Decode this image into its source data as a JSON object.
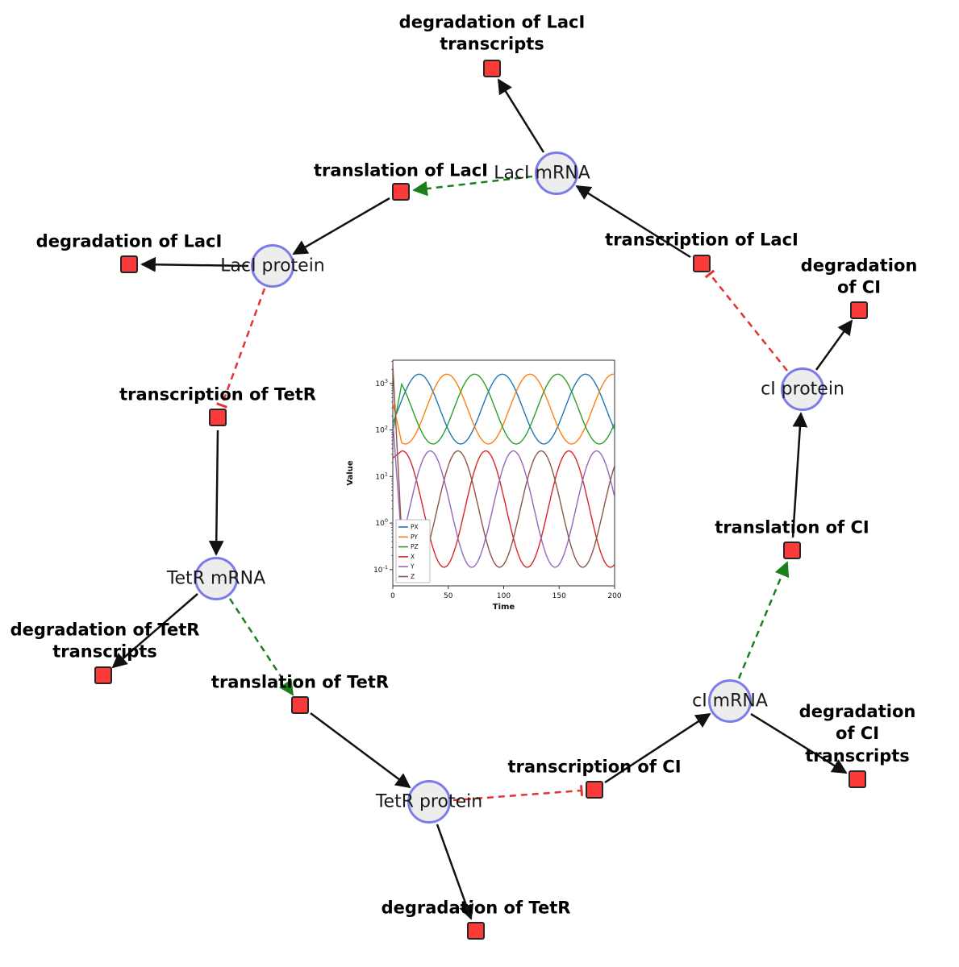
{
  "nodes": {
    "laci_mrna": {
      "label": "LacI mRNA"
    },
    "laci_protein": {
      "label": "LacI protein"
    },
    "tetr_mrna": {
      "label": "TetR mRNA"
    },
    "tetr_protein": {
      "label": "TetR protein"
    },
    "ci_mrna": {
      "label": "cI mRNA"
    },
    "ci_protein": {
      "label": "cI protein"
    },
    "deg_laci_tx": {
      "label": "degradation of LacI\ntranscripts"
    },
    "translation_laci": {
      "label": "translation of LacI"
    },
    "deg_laci": {
      "label": "degradation of LacI"
    },
    "transcription_laci": {
      "label": "transcription of LacI"
    },
    "deg_ci": {
      "label": "degradation of CI"
    },
    "transcription_tetr": {
      "label": "transcription of TetR"
    },
    "translation_ci": {
      "label": "translation of CI"
    },
    "deg_tetr_tx": {
      "label": "degradation of TetR\ntranscripts"
    },
    "translation_tetr": {
      "label": "translation of TetR"
    },
    "deg_ci_tx": {
      "label": "degradation of CI\ntranscripts"
    },
    "transcription_ci": {
      "label": "transcription of CI"
    },
    "deg_tetr": {
      "label": "degradation of TetR"
    }
  },
  "edge_colors": {
    "reaction": "#111111",
    "modifier": "#1c7f1c",
    "inhibition": "#e33333"
  },
  "node_colors": {
    "species_fill": "#ededed",
    "species_border": "#7b7bea",
    "reaction_fill": "#fb3a3a",
    "reaction_border": "#262626"
  },
  "chart_data": {
    "type": "line",
    "title": "",
    "xlabel": "Time",
    "ylabel": "Value",
    "xlim": [
      0,
      200
    ],
    "xticks": [
      0,
      50,
      100,
      150,
      200
    ],
    "yscale": "log",
    "ytick_exponents": [
      -1,
      0,
      1,
      2,
      3
    ],
    "ylim_log10": [
      -1.35,
      3.5
    ],
    "grid": false,
    "legend_position": "lower left",
    "series": [
      {
        "name": "PX",
        "color": "#1f77b4",
        "period": 75,
        "phase": 5,
        "log10_center": 2.45,
        "log10_amplitude": 0.75,
        "initial": 140
      },
      {
        "name": "PY",
        "color": "#ff7f0e",
        "period": 75,
        "phase": 30,
        "log10_center": 2.45,
        "log10_amplitude": 0.75,
        "initial": 400
      },
      {
        "name": "PZ",
        "color": "#2ca02c",
        "period": 75,
        "phase": 55,
        "log10_center": 2.45,
        "log10_amplitude": 0.75,
        "initial": 90
      },
      {
        "name": "X",
        "color": "#d62728",
        "period": 75,
        "phase": -10,
        "log10_center": 0.3,
        "log10_amplitude": 1.25,
        "initial": 25
      },
      {
        "name": "Y",
        "color": "#9467bd",
        "period": 75,
        "phase": 15,
        "log10_center": 0.3,
        "log10_amplitude": 1.25,
        "initial": 150
      },
      {
        "name": "Z",
        "color": "#8c564b",
        "period": 75,
        "phase": 40,
        "log10_center": 0.3,
        "log10_amplitude": 1.25,
        "initial": 2500
      }
    ]
  }
}
